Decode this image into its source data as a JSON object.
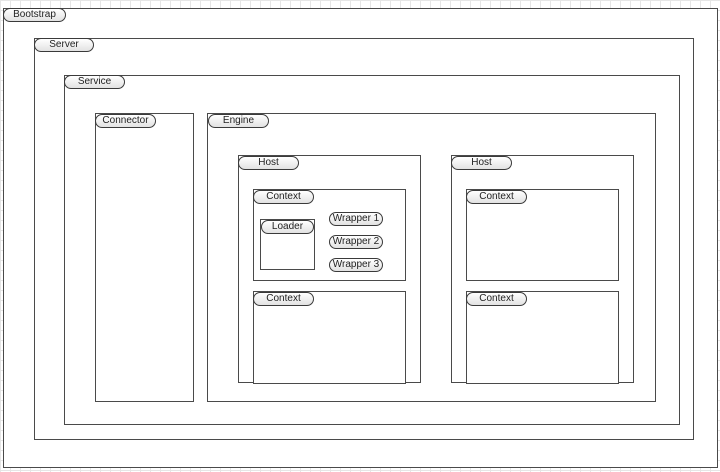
{
  "diagram": {
    "bootstrap": "Bootstrap",
    "server": "Server",
    "service": "Service",
    "connector": "Connector",
    "engine": "Engine",
    "host_left": {
      "label": "Host",
      "context_top": "Context",
      "loader": "Loader",
      "wrappers": [
        "Wrapper 1",
        "Wrapper 2",
        "Wrapper 3"
      ],
      "context_bottom": "Context"
    },
    "host_right": {
      "label": "Host",
      "context_top": "Context",
      "context_bottom": "Context"
    }
  }
}
